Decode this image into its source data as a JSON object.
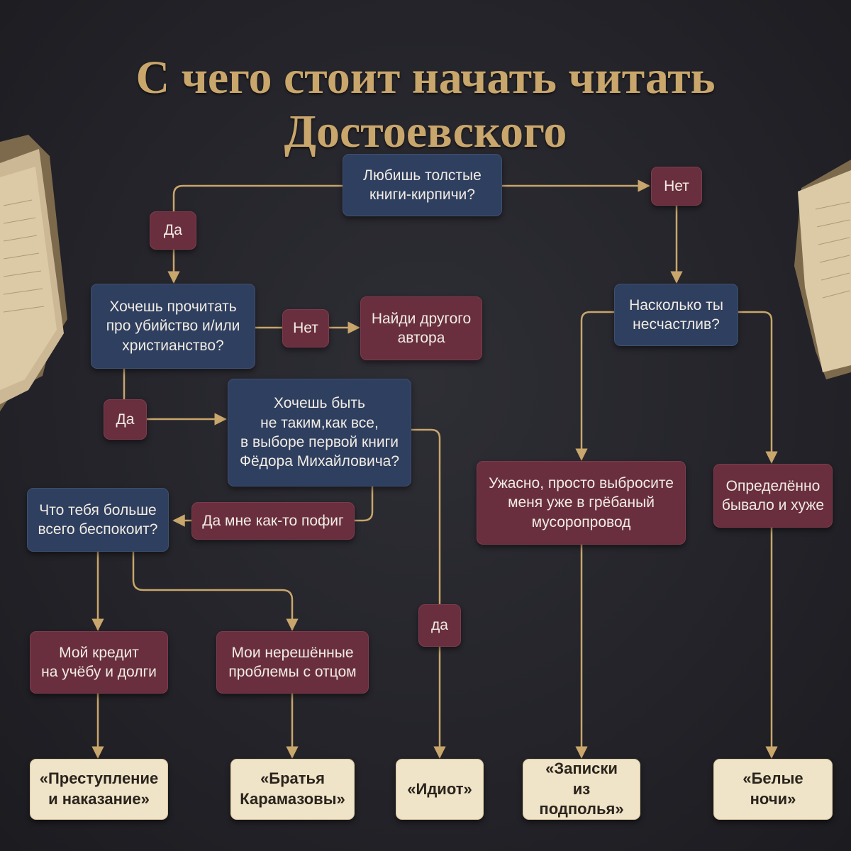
{
  "title": "С чего стоит начать читать Достоевского",
  "colors": {
    "background": "#232329",
    "title": "#c9a66b",
    "question": "#2f3f5f",
    "answer": "#6a2f3e",
    "result": "#efe3c8",
    "connector": "#c9a66b"
  },
  "nodes": {
    "q_thick_books": "Любишь толстые\nкниги-кирпичи?",
    "a_yes_1": "Да",
    "a_no_1": "Нет",
    "q_murder": "Хочешь прочитать\nпро убийство и/или\nхристианство?",
    "a_no_2": "Нет",
    "a_find_other": "Найди другого\nавтора",
    "a_yes_2": "Да",
    "q_not_like_all": "Хочешь быть\nне таким,как все,\nв выборе первой книги\nФёдора Михайловича?",
    "a_dont_care": "Да мне как-то пофиг",
    "q_worry": "Что тебя больше\nвсего беспокоит?",
    "a_loans": "Мой кредит\nна учёбу и долги",
    "a_father": "Мои нерешённые\nпроблемы с отцом",
    "a_yes_3": "да",
    "q_unhappy": "Насколько ты\nнесчастлив?",
    "a_terrible": "Ужасно, просто выбросите\nменя уже в грёбаный\nмусоропровод",
    "a_been_worse": "Определённо\nбывало и хуже",
    "r_crime": "«Преступление\nи наказание»",
    "r_brothers": "«Братья\nКарамазовы»",
    "r_idiot": "«Идиот»",
    "r_notes": "«Записки\nиз подполья»",
    "r_nights": "«Белые ночи»"
  }
}
